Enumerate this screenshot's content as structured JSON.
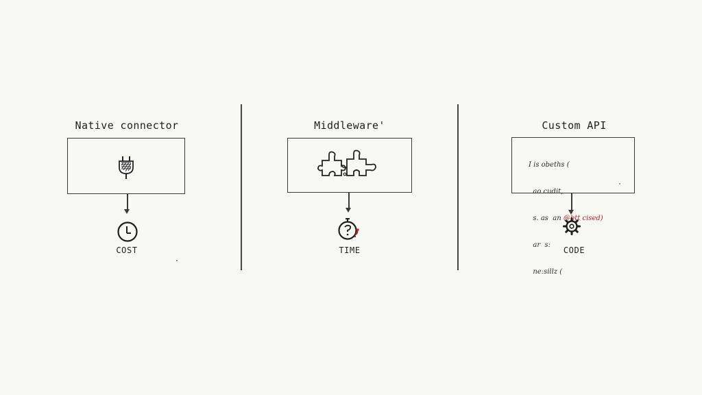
{
  "colors": {
    "background": "#f8f8f5",
    "ink": "#1d1d1d",
    "accent_red": "#b52323"
  },
  "columns": [
    {
      "title": "Native connector",
      "icon": "plug-icon",
      "metric_icon": "clock-icon",
      "metric": "COST"
    },
    {
      "title": "Middleware'",
      "icon": "puzzle-pieces-icon",
      "metric_icon": "stopwatch-icon",
      "metric": "TIME"
    },
    {
      "title": "Custom API",
      "icon": "code-snippet",
      "metric_icon": "gear-icon",
      "metric": "CODE",
      "code_lines": [
        "I is obeths (",
        "  ao cudit,",
        "  s. as  an",
        "  ar  s:",
        "  ne:sillz ("
      ],
      "code_accent": "@btt cised)"
    }
  ]
}
